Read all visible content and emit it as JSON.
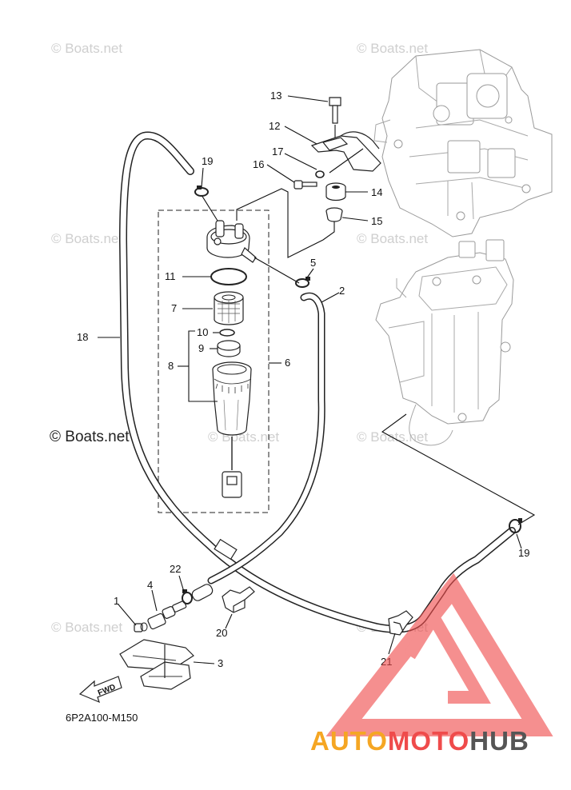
{
  "watermarks": [
    "© Boats.net",
    "© Boats.net",
    "© Boats.net",
    "© Boats.net",
    "© Boats.net",
    "© Boats.net",
    "© Boats.net",
    "© Boats.net"
  ],
  "center_watermark": "© Boats.net",
  "drawing_code": "6P2A100-M150",
  "fwd_label": "FWD",
  "logo": {
    "part1": "AUTO",
    "part2": "MOTO",
    "part3": "HUB",
    "color1": "#f5a623",
    "color2": "#ef4b4b",
    "color3": "#555555"
  },
  "callouts": [
    "1",
    "2",
    "3",
    "4",
    "5",
    "6",
    "7",
    "8",
    "9",
    "10",
    "11",
    "12",
    "13",
    "14",
    "15",
    "16",
    "17",
    "18",
    "19",
    "19",
    "20",
    "21",
    "22"
  ]
}
